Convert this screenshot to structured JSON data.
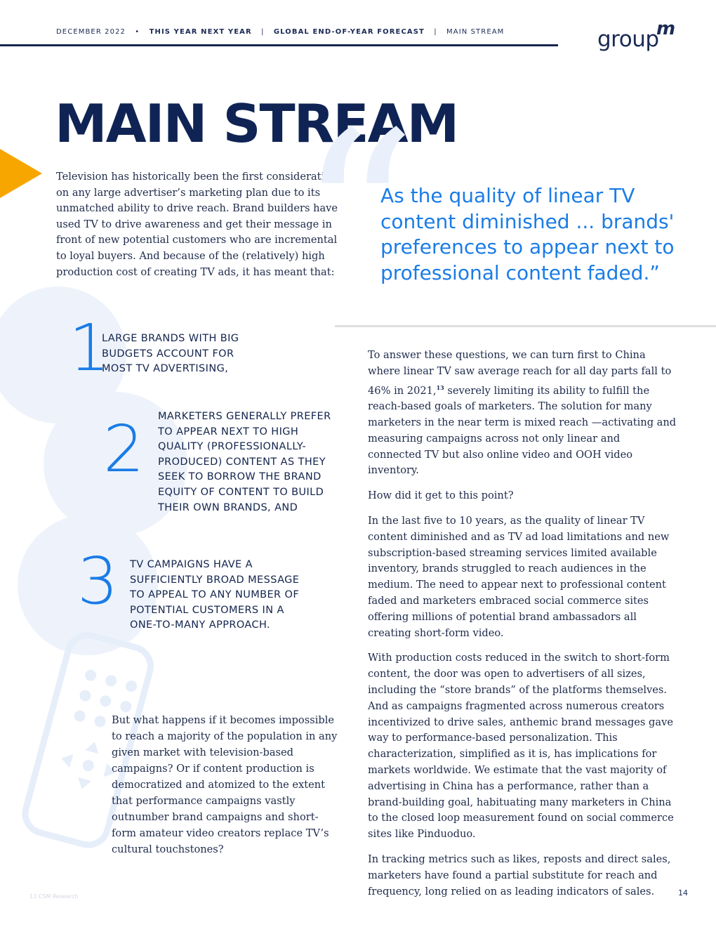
{
  "header": {
    "date": "DECEMBER 2022",
    "bullet": "•",
    "report": "THIS YEAR NEXT YEAR",
    "sep1": "|",
    "forecast": "GLOBAL END-OF-YEAR FORECAST",
    "sep2": "|",
    "section": "MAIN STREAM"
  },
  "logo": {
    "text": "group",
    "superscript": "m"
  },
  "title": "MAIN STREAM",
  "intro": "Television has historically been the first consideration on any large advertiser’s marketing plan due to its unmatched ability to drive reach. Brand builders have used TV to drive awareness and get their message in front of new potential customers who are incremental to loyal buyers. And because of the (relatively) high production cost of creating TV ads, it has meant that:",
  "pull_quote": {
    "mark": "“",
    "text": "As the quality of linear TV content diminished ... brands' preferences to appear next to professional content faded.”"
  },
  "items": [
    {
      "number": "1",
      "text": "LARGE BRANDS WITH BIG BUDGETS ACCOUNT FOR MOST TV ADVERTISING,"
    },
    {
      "number": "2",
      "text": "MARKETERS GENERALLY PREFER TO APPEAR NEXT TO HIGH QUALITY (PROFESSIONALLY-PRODUCED) CONTENT AS THEY SEEK TO BORROW THE BRAND EQUITY OF CONTENT TO BUILD THEIR OWN BRANDS, AND"
    },
    {
      "number": "3",
      "text": "TV CAMPAIGNS HAVE A SUFFICIENTLY BROAD MESSAGE TO APPEAL TO ANY NUMBER OF POTENTIAL CUSTOMERS IN A ONE-TO-MANY APPROACH."
    }
  ],
  "question": "But what happens if it becomes impossible to reach a majority of the population in any given market with television-based campaigns? Or if content production is democratized and atomized to the extent that performance campaigns vastly outnumber brand campaigns and short-form amateur video creators replace TV’s cultural touchstones?",
  "body": {
    "p1_a": "To answer these questions, we can turn first to China where linear TV saw average reach for all day parts fall to 46% in 2021,",
    "p1_sup": "13",
    "p1_b": " severely limiting its ability to fulfill the reach-based goals of marketers. The solution for many marketers in the near term is mixed reach —activating and measuring campaigns across not only linear and connected TV but also online video and OOH video inventory.",
    "p2": "How did it get to this point?",
    "p3": "In the last five to 10 years, as the quality of linear TV content diminished and as TV ad load limitations and new subscription-based streaming services limited available inventory, brands struggled to reach audiences in the medium. The need to appear next to professional content faded and marketers embraced social commerce sites offering millions of potential brand ambassadors all creating short-form video.",
    "p4": "With production costs reduced in the switch to short-form content, the door was open to advertisers of all sizes, including the “store brands” of the platforms themselves. And as campaigns fragmented across numerous creators incentivized to drive sales, anthemic brand messages gave way to performance-based personalization. This characterization, simplified as it is, has implications for markets worldwide. We estimate that the vast majority of advertising in China has a performance, rather than a brand-building goal, habituating many marketers in China to the closed loop measurement found on social commerce sites like Pinduoduo.",
    "p5": "In tracking metrics such as likes, reposts and direct sales, marketers have found a partial substitute for reach and frequency, long relied on as leading indicators of sales."
  },
  "footnote": {
    "num": "13",
    "text": "CSM Research"
  },
  "page_number": "14",
  "colors": {
    "navy": "#0f2454",
    "blue": "#1a7ce6",
    "orange": "#f7a600",
    "pale": "#eef3fb"
  },
  "icons": [
    "tv-remote-icon",
    "quote-mark-icon",
    "arrow-marker-icon"
  ]
}
